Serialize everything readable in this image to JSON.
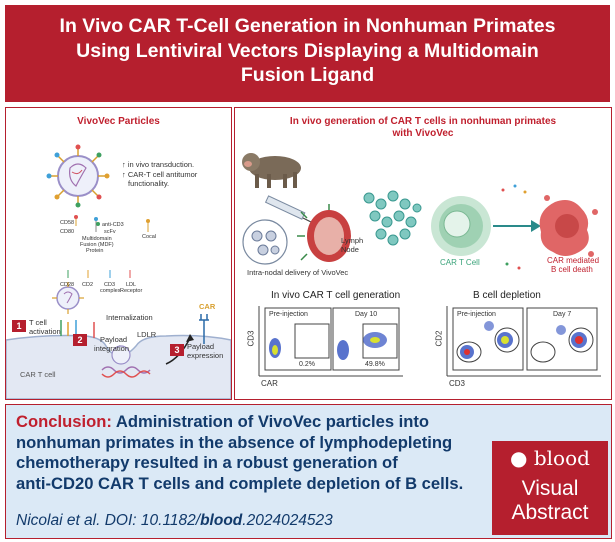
{
  "header": {
    "title_line1": "In Vivo CAR T-Cell Generation in Nonhuman Primates",
    "title_line2": "Using Lentiviral Vectors Displaying a Multidomain",
    "title_line3": "Fusion Ligand"
  },
  "left_panel": {
    "title": "VivoVec Particles",
    "benefit1": "↑ in vivo transduction.",
    "benefit2a": "↑ CAR-T cell antitumor",
    "benefit2b": "functionality.",
    "legend_cd58": "CD58",
    "legend_cd80": "CD80",
    "legend_anticd3a": "anti-CD3",
    "legend_anticd3b": "scFv",
    "legend_mdf1": "Multidomain",
    "legend_mdf2": "Fusion (MDF)",
    "legend_mdf3": "Protein",
    "legend_cocal": "Cocal",
    "legend_cd28": "CD28",
    "legend_cd2": "CD2",
    "legend_cd3a": "CD3",
    "legend_cd3b": "complex",
    "legend_ldlra": "LDL",
    "legend_ldlrb": "Receptor",
    "internalization": "Internalization",
    "car": "CAR",
    "step1_num": "1",
    "step1a": "T cell",
    "step1b": "activation",
    "step2_num": "2",
    "step2a": "Payload",
    "step2b": "integration",
    "step3_num": "3",
    "step3a": "Payload",
    "step3b": "expression",
    "ldlr": "LDLR",
    "cell_label": "CAR T cell"
  },
  "right_panel": {
    "title_line1": "In vivo generation of CAR T cells in nonhuman primates",
    "title_line2": "with VivoVec",
    "lymph1": "Lymph",
    "lymph2": "Node",
    "delivery": "Intra-nodal delivery of VivoVec",
    "cart_label": "CAR T Cell",
    "death1": "CAR mediated",
    "death2": "B cell death"
  },
  "chart_data": [
    {
      "type": "scatter",
      "title": "In vivo CAR T cell generation",
      "xlabel": "CAR",
      "ylabel": "CD3",
      "panels": [
        {
          "label": "Pre-injection",
          "gate_percent": "0.2%"
        },
        {
          "label": "Day 10",
          "gate_percent": "49.8%"
        }
      ]
    },
    {
      "type": "scatter",
      "title": "B cell depletion",
      "xlabel": "CD3",
      "ylabel": "CD2",
      "panels": [
        {
          "label": "Pre-injection"
        },
        {
          "label": "Day 7"
        }
      ]
    }
  ],
  "conclusion": {
    "lead": "Conclusion:",
    "line1": "Administration of VivoVec particles into",
    "line2": "nonhuman primates in the absence of lymphodepleting",
    "line3": "chemotherapy resulted in a robust generation of",
    "line4": "anti-CD20 CAR T cells and complete depletion of B cells.",
    "cite_pre": "Nicolai et al. DOI: 10.1182/",
    "cite_bold": "blood",
    "cite_post": ".2024024523"
  },
  "badge": {
    "brand": "blood",
    "line1": "Visual",
    "line2": "Abstract"
  },
  "colors": {
    "accent": "#b51f2e",
    "conclusion_bg": "#dbe9f6",
    "text_blue": "#123a6b",
    "cart_green": "#3aa37a"
  }
}
